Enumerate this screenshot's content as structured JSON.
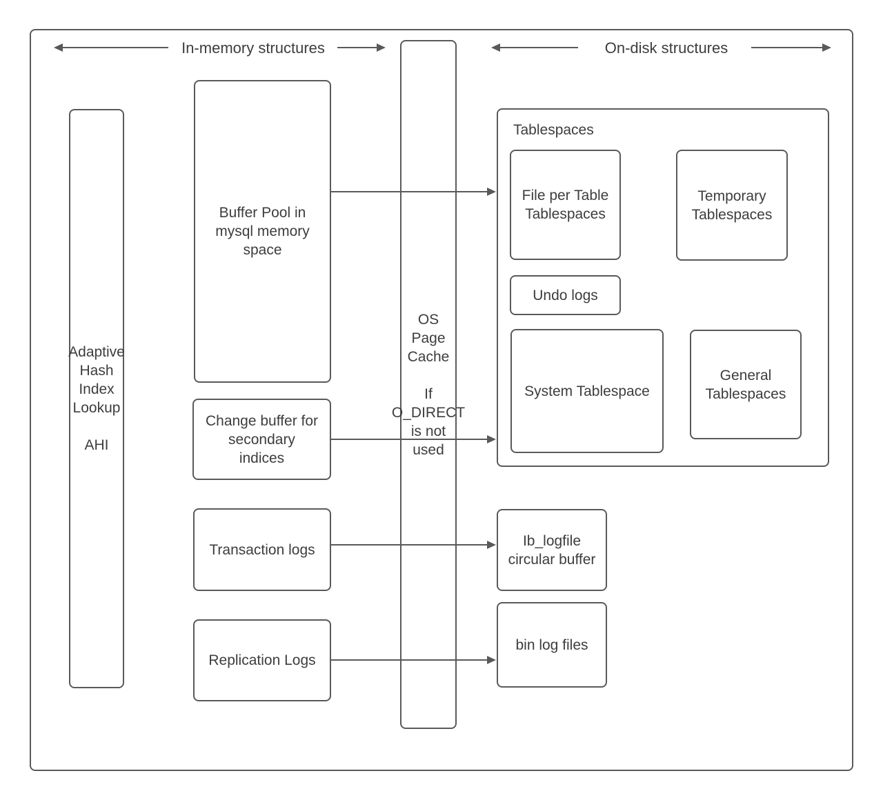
{
  "colors": {
    "line": "#595959",
    "text": "#3d3d3d",
    "background": "#ffffff"
  },
  "headers": {
    "in_memory": {
      "label": "In-memory structures"
    },
    "on_disk": {
      "label": "On-disk structures"
    }
  },
  "nodes": {
    "ahi": {
      "lines": [
        "Adaptive",
        "Hash",
        "Index",
        "Lookup",
        "AHI"
      ]
    },
    "buffer_pool": {
      "lines": [
        "Buffer Pool in",
        "mysql memory",
        "space"
      ]
    },
    "change_buffer": {
      "lines": [
        "Change buffer for",
        "secondary",
        "indices"
      ]
    },
    "transaction_logs": {
      "label": "Transaction logs"
    },
    "replication_logs": {
      "label": "Replication Logs"
    },
    "os_page_cache": {
      "lines": [
        "OS",
        "Page",
        "Cache",
        "If",
        "O_DIRECT",
        "is not",
        "used"
      ]
    },
    "tablespaces_group": {
      "label": "Tablespaces"
    },
    "file_per_table": {
      "lines": [
        "File per Table",
        "Tablespaces"
      ]
    },
    "temporary_tablespaces": {
      "lines": [
        "Temporary",
        "Tablespaces"
      ]
    },
    "undo_logs": {
      "label": "Undo logs"
    },
    "system_tablespace": {
      "label": "System Tablespace"
    },
    "general_tablespaces": {
      "lines": [
        "General",
        "Tablespaces"
      ]
    },
    "ib_logfile": {
      "lines": [
        "Ib_logfile",
        "circular buffer"
      ]
    },
    "bin_log_files": {
      "label": "bin log files"
    }
  }
}
